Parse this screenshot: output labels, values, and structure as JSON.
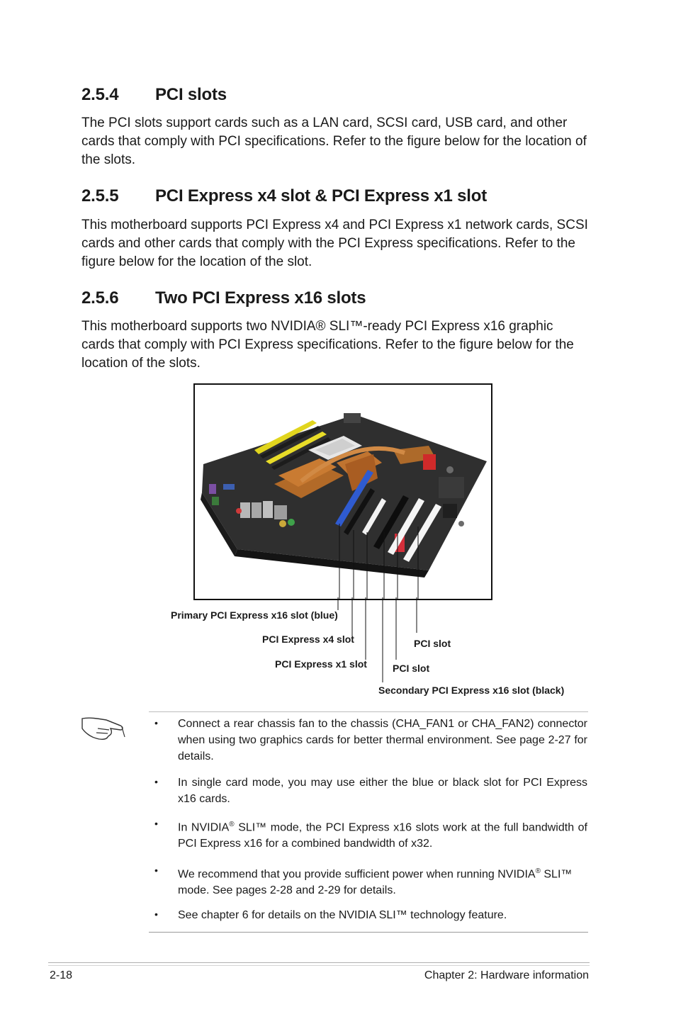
{
  "sections": [
    {
      "number": "2.5.4",
      "title": "PCI slots",
      "body": "The PCI slots support cards such as a LAN card, SCSI card, USB card, and other cards that comply with PCI specifications. Refer to the figure below for the location of the slots."
    },
    {
      "number": "2.5.5",
      "title": "PCI Express x4 slot & PCI Express x1 slot",
      "body": "This motherboard supports PCI Express x4 and PCI Express x1 network cards, SCSI cards and other cards that comply with the PCI Express specifications. Refer to the figure below for the location of the slot."
    },
    {
      "number": "2.5.6",
      "title": "Two PCI Express x16 slots",
      "body": "This motherboard supports two NVIDIA® SLI™-ready PCI Express x16 graphic cards that comply with PCI Express specifications. Refer to the figure below for the location of the slots."
    }
  ],
  "figure": {
    "callouts": [
      "Primary PCI Express x16 slot (blue)",
      "PCI Express x4 slot",
      "PCI Express x1 slot",
      "Secondary PCI Express x16 slot (black)",
      "PCI slot",
      "PCI slot"
    ]
  },
  "notes": {
    "icon": "pointing-hand-icon",
    "items": [
      {
        "text": "Connect a rear chassis fan to the chassis (CHA_FAN1 or CHA_FAN2) connector when using two graphics cards for better thermal environment. See page 2-27 for details."
      },
      {
        "text": "In single card mode, you may use either the blue or black slot for PCI Express x16 cards."
      },
      {
        "pre": "In NVIDIA",
        "sup": "®",
        "post": " SLI™ mode, the PCI Express x16 slots work at the full bandwidth of PCI Express x16 for a combined bandwidth of x32."
      },
      {
        "pre": "We recommend that you provide sufficient power when running NVIDIA",
        "sup": "®",
        "post": " SLI™ mode. See pages 2-28 and 2-29 for details."
      },
      {
        "text": "See chapter 6 for details on the NVIDIA SLI™ technology feature."
      }
    ],
    "bullet": "•"
  },
  "footer": {
    "page_number": "2-18",
    "chapter": "Chapter 2: Hardware information"
  }
}
